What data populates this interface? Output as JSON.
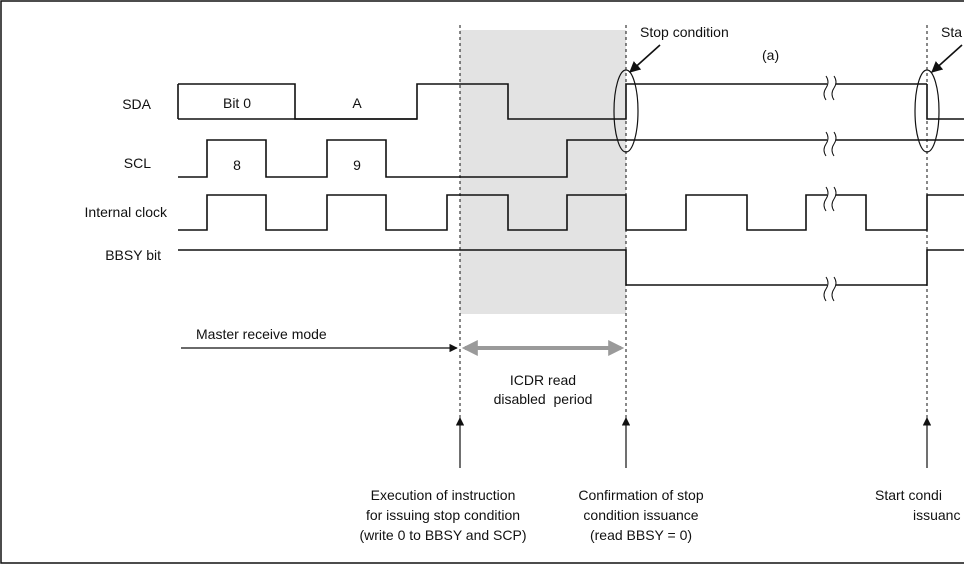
{
  "signals": {
    "sda": "SDA",
    "scl": "SCL",
    "internal_clock": "Internal clock",
    "bbsy_bit": "BBSY bit"
  },
  "sda_labels": {
    "bit0": "Bit 0",
    "ack": "A"
  },
  "scl_labels": {
    "clk8": "8",
    "clk9": "9"
  },
  "callouts": {
    "stop_condition": "Stop condition",
    "stop_condition_marker": "(a)",
    "start_condition_truncated": "Sta"
  },
  "mode_label": "Master receive mode",
  "icdr_period": {
    "line1": "ICDR read",
    "line2": "disabled  period"
  },
  "events": {
    "execute_stop": {
      "line1": "Execution of instruction",
      "line2": "for issuing stop condition",
      "line3": "(write 0 to BBSY and SCP)"
    },
    "confirm_stop": {
      "line1": "Confirmation of stop",
      "line2": "condition issuance",
      "line3": "(read BBSY = 0)"
    },
    "start_issue": {
      "line1": "Start condi",
      "line2": "issuanc"
    }
  },
  "colors": {
    "line": "#111111",
    "disabled_period_fill": "#e3e3e3",
    "disabled_arrow": "#9a9a9a"
  }
}
